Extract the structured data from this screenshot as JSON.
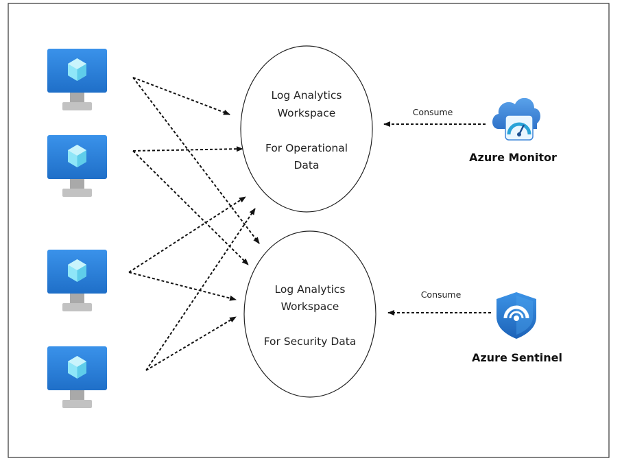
{
  "workspaces": [
    {
      "line1": "Log Analytics",
      "line2": "Workspace",
      "line3": "For Operational",
      "line4": "Data"
    },
    {
      "line1": "Log Analytics",
      "line2": "Workspace",
      "line3": "For Security Data"
    }
  ],
  "consumers": [
    {
      "label": "Azure Monitor",
      "edge_label": "Consume",
      "icon": "azure-monitor-icon"
    },
    {
      "label": "Azure Sentinel",
      "edge_label": "Consume",
      "icon": "azure-sentinel-icon"
    }
  ],
  "sources": [
    {
      "icon": "virtual-machine-icon"
    },
    {
      "icon": "virtual-machine-icon"
    },
    {
      "icon": "virtual-machine-icon"
    },
    {
      "icon": "virtual-machine-icon"
    }
  ],
  "colors": {
    "vm_blue": "#2f86e0",
    "vm_cube": "#7fe0f5",
    "stand_gray": "#b5b5b5",
    "monitor_blue": "#3f86d8",
    "sentinel_blue": "#2a7fd4"
  }
}
